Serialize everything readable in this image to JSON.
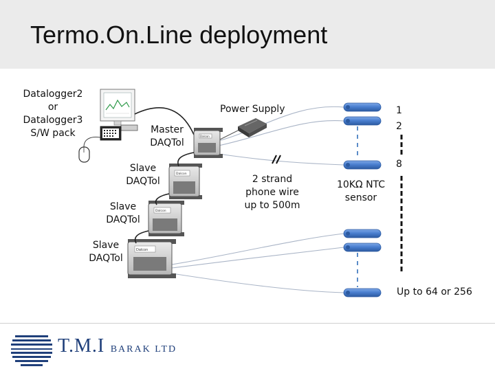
{
  "title": "Termo.On.Line deployment",
  "labels": {
    "software_line1": "Datalogger2",
    "software_line2": "or",
    "software_line3": "Datalogger3",
    "software_line4": "S/W pack",
    "master_line1": "Master",
    "master_line2": "DAQTol",
    "slave_line1": "Slave",
    "slave_line2": "DAQTol",
    "power_supply": "Power Supply",
    "wire_line1": "2 strand",
    "wire_line2": "phone wire",
    "wire_line3": "up to 500m",
    "sensor_line1": "10KΩ NTC",
    "sensor_line2": "sensor",
    "sensor_num_1": "1",
    "sensor_num_2": "2",
    "sensor_num_8": "8",
    "sensor_count": "Up to 64 or 256",
    "device_badge": "Dalcon"
  },
  "logo": {
    "name_part1": "T.M.I",
    "name_part2": "BARAK LTD"
  },
  "colors": {
    "header_bg": "#ebebeb",
    "sensor_blue": "#4a7fd0",
    "sensor_dark": "#2c5aa0",
    "logo_blue": "#1f3f7a",
    "dashed_blue": "#5b8cc8"
  }
}
